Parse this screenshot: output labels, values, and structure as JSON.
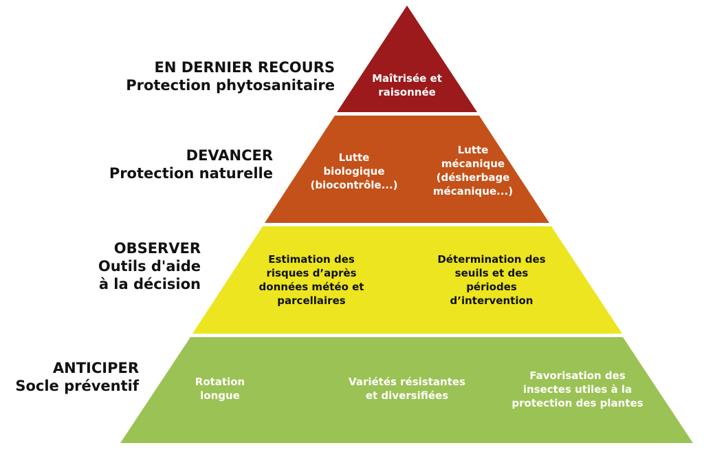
{
  "colors": {
    "red": "#9c1a1b",
    "orange": "#c45119",
    "yellow": "#ece51f",
    "green": "#9bc254"
  },
  "levels": [
    {
      "title": "EN DERNIER RECOURS",
      "subtitle": "Protection phytosanitaire",
      "cells": [
        [
          "Maîtrisée et",
          "raisonnée"
        ]
      ]
    },
    {
      "title": "DEVANCER",
      "subtitle": "Protection naturelle",
      "cells": [
        [
          "Lutte",
          "biologique",
          "(biocontrôle...)"
        ],
        [
          "Lutte",
          "mécanique",
          "(désherbage",
          "mécanique...)"
        ]
      ]
    },
    {
      "title": "OBSERVER",
      "subtitle": "Outils d'aide",
      "subtitle2": "à la décision",
      "cells": [
        [
          "Estimation des",
          "risques d’après",
          "données météo et",
          "parcellaires"
        ],
        [
          "Détermination des",
          "seuils et des",
          "périodes",
          "d’intervention"
        ]
      ]
    },
    {
      "title": "ANTICIPER",
      "subtitle": "Socle préventif",
      "cells": [
        [
          "Rotation",
          "longue"
        ],
        [
          "Variétés résistantes",
          "et diversifiées"
        ],
        [
          "Favorisation des",
          "insectes utiles à la",
          "protection des plantes"
        ]
      ]
    }
  ]
}
